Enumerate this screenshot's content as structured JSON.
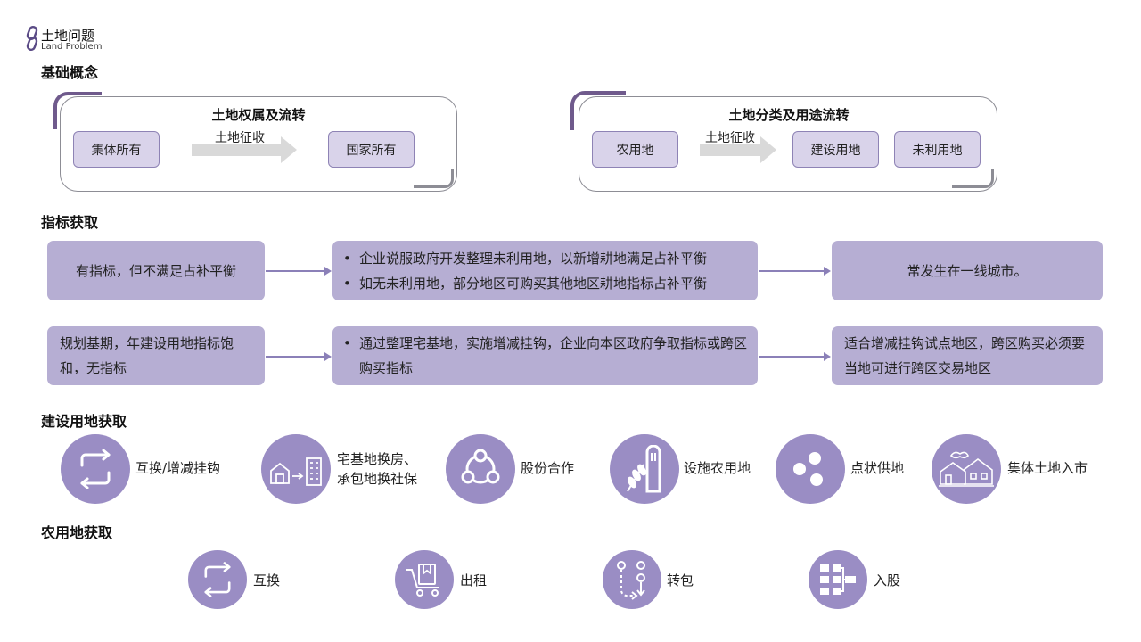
{
  "header": {
    "title_cn": "土地问题",
    "title_en": "Land Problem"
  },
  "sections": {
    "basics": "基础概念",
    "indicator": "指标获取",
    "construction": "建设用地获取",
    "farmland": "农用地获取"
  },
  "ownership": {
    "title": "土地权属及流转",
    "from": "集体所有",
    "arrow_label": "土地征收",
    "to": "国家所有"
  },
  "classification": {
    "title": "土地分类及用途流转",
    "from": "农用地",
    "arrow_label": "土地征收",
    "to1": "建设用地",
    "to2": "未利用地"
  },
  "indicator_rows": [
    {
      "condition": "有指标，但不满足占补平衡",
      "actions": [
        "企业说服政府开发整理未利用地，以新增耕地满足占补平衡",
        "如无未利用地，部分地区可购买其他地区耕地指标占补平衡"
      ],
      "result": "常发生在一线城市。"
    },
    {
      "condition": "规划基期，年建设用地指标饱和，无指标",
      "actions": [
        "通过整理宅基地，实施增减挂钩，企业向本区政府争取指标或跨区购买指标"
      ],
      "result": "适合增减挂钩试点地区，跨区购买必须要当地可进行跨区交易地区"
    }
  ],
  "construction_items": [
    {
      "label": "互换/增减挂钩",
      "icon": "exchange-icon"
    },
    {
      "label": "宅基地换房、承包地换社保",
      "label_line1": "宅基地换房、",
      "label_line2": "承包地换社保",
      "icon": "house-building-icon"
    },
    {
      "label": "股份合作",
      "icon": "share-network-icon"
    },
    {
      "label": "设施农用地",
      "icon": "wheat-silo-icon"
    },
    {
      "label": "点状供地",
      "icon": "dots-icon"
    },
    {
      "label": "集体土地入市",
      "icon": "village-icon"
    }
  ],
  "farmland_items": [
    {
      "label": "互换",
      "icon": "exchange-icon"
    },
    {
      "label": "出租",
      "icon": "cart-icon"
    },
    {
      "label": "转包",
      "icon": "transfer-path-icon"
    },
    {
      "label": "入股",
      "icon": "hierarchy-icon"
    }
  ]
}
